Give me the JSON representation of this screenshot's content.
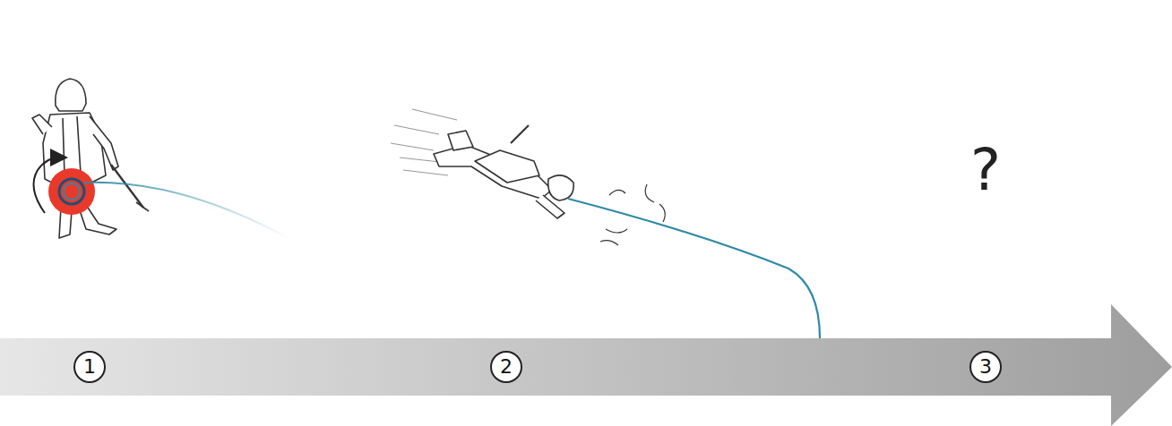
{
  "diagram": {
    "nodes": [
      {
        "text": [
          "1"
        ]
      },
      {
        "text": [
          "2"
        ]
      },
      {
        "text": [
          "3"
        ]
      }
    ],
    "labels": [
      "?"
    ]
  }
}
